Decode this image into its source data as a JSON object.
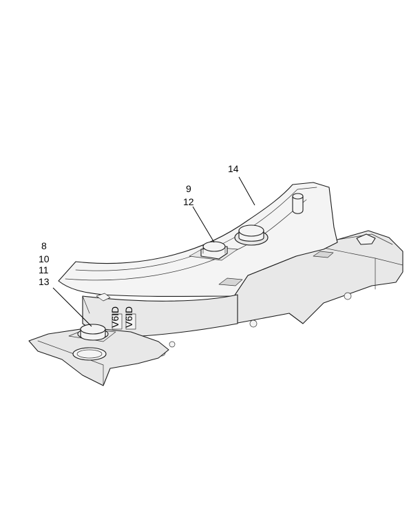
{
  "callouts": {
    "label_14": "14",
    "label_9": "9",
    "label_12": "12",
    "label_8": "8",
    "label_10": "10",
    "label_11": "11",
    "label_13": "13"
  },
  "decal_1": "V6ID",
  "decal_2": "V6ID"
}
